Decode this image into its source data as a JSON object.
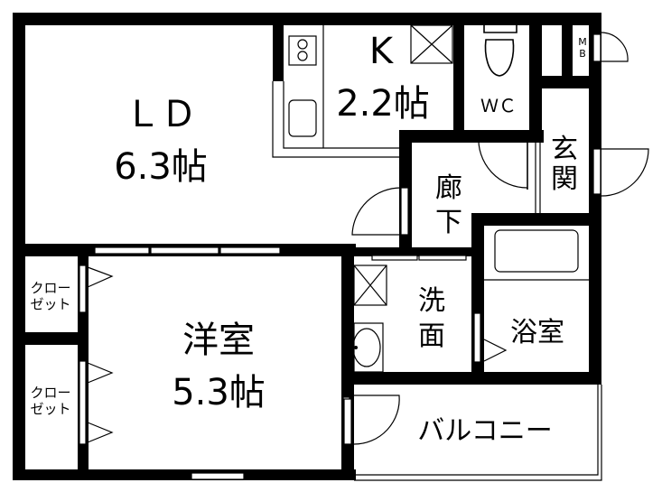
{
  "floor_plan": {
    "rooms": {
      "ld": {
        "name": "ＬＤ",
        "size": "6.3帖"
      },
      "kitchen": {
        "name": "K",
        "size": "2.2帖"
      },
      "wc": {
        "name": "ＷＣ"
      },
      "entrance": {
        "name_line1": "玄",
        "name_line2": "関"
      },
      "corridor": {
        "name_line1": "廊",
        "name_line2": "下"
      },
      "western_room": {
        "name": "洋室",
        "size": "5.3帖"
      },
      "washroom": {
        "name_line1": "洗",
        "name_line2": "面"
      },
      "bathroom": {
        "name": "浴室"
      },
      "balcony": {
        "name": "バルコニー"
      },
      "closet_upper": {
        "line1": "クロー",
        "line2": "ゼット"
      },
      "closet_lower": {
        "line1": "クロー",
        "line2": "ゼット"
      },
      "meter_box": {
        "line1": "M",
        "line2": "B"
      }
    },
    "colors": {
      "wall": "#000000",
      "background": "#ffffff"
    }
  }
}
